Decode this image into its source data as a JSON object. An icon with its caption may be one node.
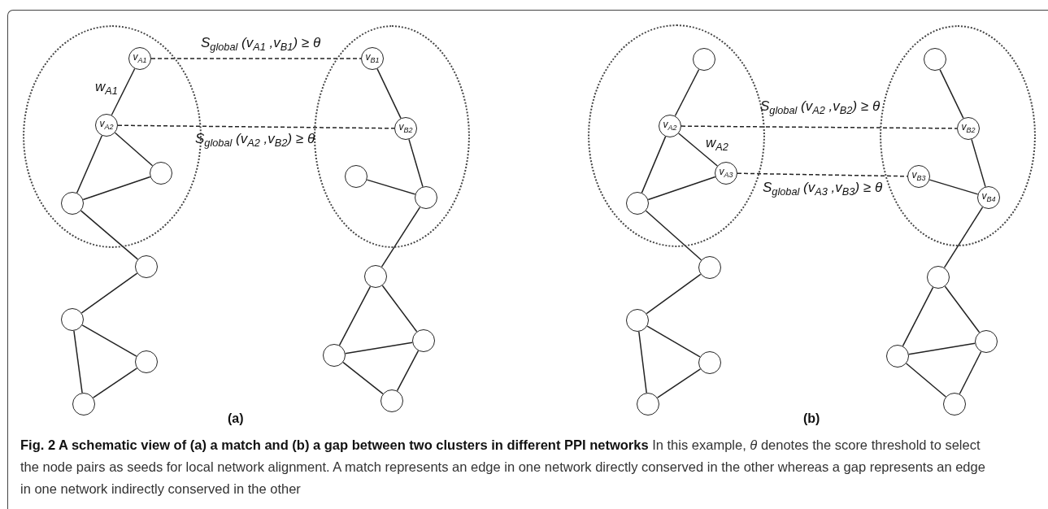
{
  "diagram": {
    "caption": "**Fig. 2 A schematic view of (a) a match and (b) a gap between two clusters in different PPI networks** In this example, *θ* denotes the score threshold to select the node pairs as seeds for local network alignment. A match represents an edge in one network directly conserved in the other whereas a gap represents an edge in one network indirectly conserved in the other",
    "nodes": [
      {
        "text": [],
        "shape": "ellipse"
      },
      {
        "text": [
          "v$_{A1}$"
        ],
        "in": 0
      },
      {
        "text": [
          "v$_{A2}$"
        ],
        "in": 0
      },
      {
        "text": [],
        "shape": "circle",
        "in": 0
      },
      {
        "text": [],
        "shape": "circle",
        "in": 0
      },
      {
        "text": [],
        "shape": "circle"
      },
      {
        "text": [],
        "shape": "circle"
      },
      {
        "text": [],
        "shape": "circle"
      },
      {
        "text": [],
        "shape": "circle"
      },
      {
        "text": [],
        "shape": "ellipse"
      },
      {
        "text": [
          "v$_{B1}$"
        ],
        "in": 9
      },
      {
        "text": [
          "v$_{B2}$"
        ],
        "in": 9
      },
      {
        "text": [],
        "shape": "circle",
        "in": 9
      },
      {
        "text": [],
        "shape": "circle",
        "in": 9
      },
      {
        "text": [],
        "shape": "circle"
      },
      {
        "text": [],
        "shape": "circle"
      },
      {
        "text": [],
        "shape": "circle"
      },
      {
        "text": [],
        "shape": "circle"
      },
      {
        "text": [],
        "shape": "ellipse"
      },
      {
        "text": [],
        "shape": "circle",
        "in": 18
      },
      {
        "text": [
          "v$_{A2}$"
        ],
        "in": 18
      },
      {
        "text": [
          "v$_{A3}$"
        ],
        "in": 18
      },
      {
        "text": [],
        "shape": "circle",
        "in": 18
      },
      {
        "text": [],
        "shape": "circle"
      },
      {
        "text": [],
        "shape": "circle"
      },
      {
        "text": [],
        "shape": "circle"
      },
      {
        "text": [],
        "shape": "circle"
      },
      {
        "text": [],
        "shape": "ellipse"
      },
      {
        "text": [],
        "shape": "circle",
        "in": 27
      },
      {
        "text": [
          "v$_{B2}$"
        ],
        "in": 27
      },
      {
        "text": [
          "v$_{B3}$"
        ],
        "in": 27
      },
      {
        "text": [
          "v$_{B4}$"
        ],
        "in": 27
      },
      {
        "text": [],
        "shape": "circle"
      },
      {
        "text": [],
        "shape": "circle"
      },
      {
        "text": [],
        "shape": "circle"
      },
      {
        "text": [],
        "shape": "circle"
      }
    ],
    "edges": [
      {
        "from": 1,
        "to": 2,
        "arrow": "none",
        "label": "w$_{A1}$"
      },
      {
        "from": 2,
        "to": 4,
        "arrow": "none"
      },
      {
        "from": 2,
        "to": 3,
        "arrow": "none"
      },
      {
        "from": 3,
        "to": 4,
        "arrow": "none"
      },
      {
        "from": 4,
        "to": 5,
        "arrow": "none"
      },
      {
        "from": 5,
        "to": 6,
        "arrow": "none"
      },
      {
        "from": 6,
        "to": 7,
        "arrow": "none"
      },
      {
        "from": 6,
        "to": 8,
        "arrow": "none"
      },
      {
        "from": 7,
        "to": 8,
        "arrow": "none"
      },
      {
        "from": 1,
        "to": 10,
        "arrow": "none",
        "style": "dashed",
        "label": "S$_{global}$ (v$_{A1}$ ,v$_{B1}$) ≥ θ"
      },
      {
        "from": 2,
        "to": 11,
        "arrow": "none",
        "style": "dashed",
        "label": "S$_{global}$ (v$_{A2}$ ,v$_{B2}$) ≥ θ"
      },
      {
        "from": 10,
        "to": 11,
        "arrow": "none"
      },
      {
        "from": 11,
        "to": 13,
        "arrow": "none"
      },
      {
        "from": 12,
        "to": 13,
        "arrow": "none"
      },
      {
        "from": 13,
        "to": 14,
        "arrow": "none"
      },
      {
        "from": 14,
        "to": 15,
        "arrow": "none"
      },
      {
        "from": 14,
        "to": 16,
        "arrow": "none"
      },
      {
        "from": 15,
        "to": 16,
        "arrow": "none"
      },
      {
        "from": 15,
        "to": 17,
        "arrow": "none"
      },
      {
        "from": 16,
        "to": 17,
        "arrow": "none"
      },
      {
        "from": 19,
        "to": 20,
        "arrow": "none"
      },
      {
        "from": 20,
        "to": 22,
        "arrow": "none"
      },
      {
        "from": 20,
        "to": 21,
        "arrow": "none",
        "label": "w$_{A2}$"
      },
      {
        "from": 21,
        "to": 22,
        "arrow": "none"
      },
      {
        "from": 22,
        "to": 23,
        "arrow": "none"
      },
      {
        "from": 23,
        "to": 24,
        "arrow": "none"
      },
      {
        "from": 24,
        "to": 25,
        "arrow": "none"
      },
      {
        "from": 24,
        "to": 26,
        "arrow": "none"
      },
      {
        "from": 25,
        "to": 26,
        "arrow": "none"
      },
      {
        "from": 20,
        "to": 29,
        "arrow": "none",
        "style": "dashed",
        "label": "S$_{global}$ (v$_{A2}$ ,v$_{B2}$) ≥ θ"
      },
      {
        "from": 21,
        "to": 30,
        "arrow": "none",
        "style": "dashed",
        "label": "S$_{global}$ (v$_{A3}$ ,v$_{B3}$) ≥ θ"
      },
      {
        "from": 28,
        "to": 29,
        "arrow": "none"
      },
      {
        "from": 29,
        "to": 31,
        "arrow": "none"
      },
      {
        "from": 30,
        "to": 31,
        "arrow": "none"
      },
      {
        "from": 31,
        "to": 32,
        "arrow": "none"
      },
      {
        "from": 32,
        "to": 33,
        "arrow": "none"
      },
      {
        "from": 32,
        "to": 34,
        "arrow": "none"
      },
      {
        "from": 33,
        "to": 34,
        "arrow": "none"
      },
      {
        "from": 33,
        "to": 35,
        "arrow": "none"
      },
      {
        "from": 34,
        "to": 35,
        "arrow": "none"
      }
    ],
    "labels": [
      "(a)",
      "(b)"
    ]
  }
}
